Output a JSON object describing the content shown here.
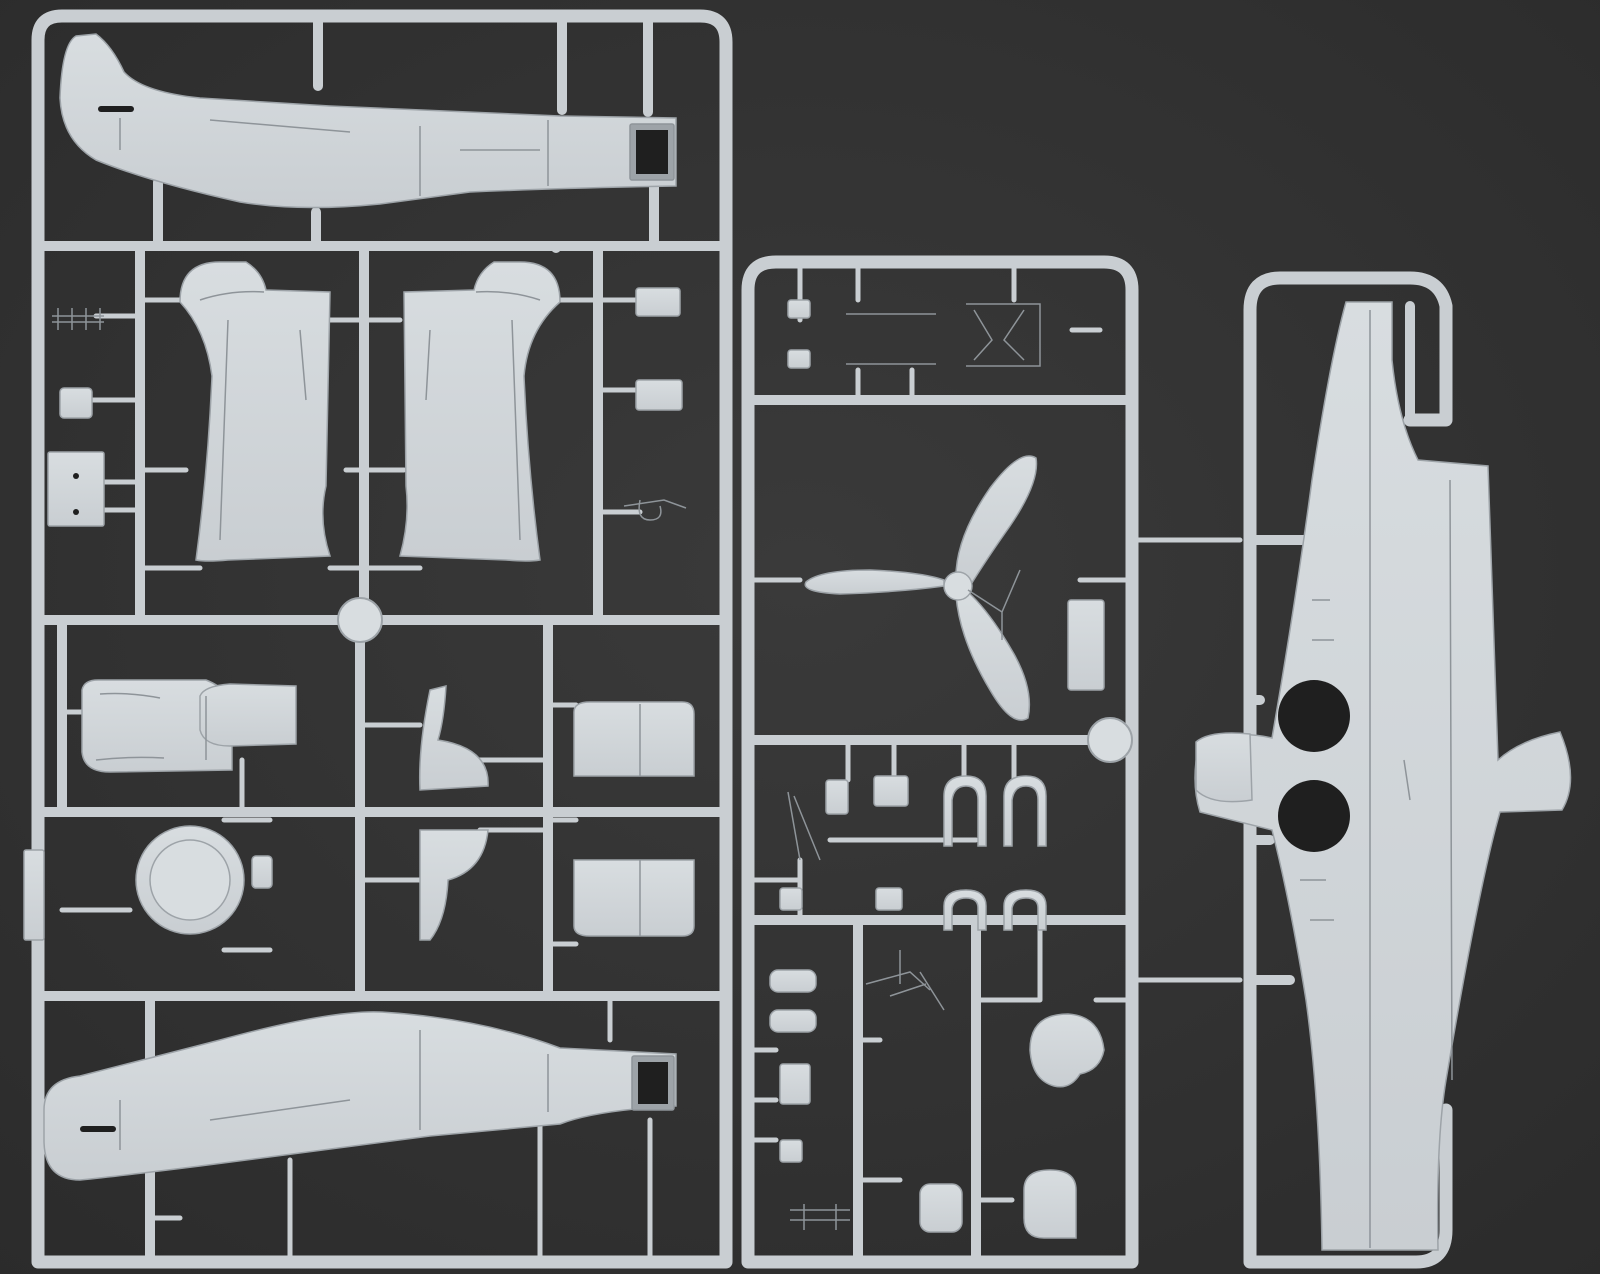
{
  "scene": {
    "description_free": true,
    "colors": {
      "backdrop": "#2b2b2b",
      "backdrop_highlight": "#3a3a3a",
      "plastic": "#c9ced2",
      "plastic_light": "#d8dde0",
      "plastic_shadow": "#9da3a8",
      "panel_line": "#8e9499",
      "hole": "#1f1f1f"
    },
    "sprues": [
      {
        "name": "sprue-left",
        "parts": [
          "fuselage-half-upper",
          "fuselage-half-lower",
          "cowling-panel-left",
          "cowling-panel-right",
          "engine-cowl-ring",
          "engine-block",
          "oil-cooler-housing",
          "control-surface-ribbed",
          "small-brackets"
        ]
      },
      {
        "name": "sprue-middle",
        "parts": [
          "propeller-three-blade",
          "landing-gear-struts",
          "cockpit-seat-frames",
          "spinner-dome",
          "small-fittings"
        ]
      },
      {
        "name": "sprue-right",
        "parts": [
          "wing-lower-single-piece",
          "wheel-wells"
        ]
      }
    ]
  }
}
